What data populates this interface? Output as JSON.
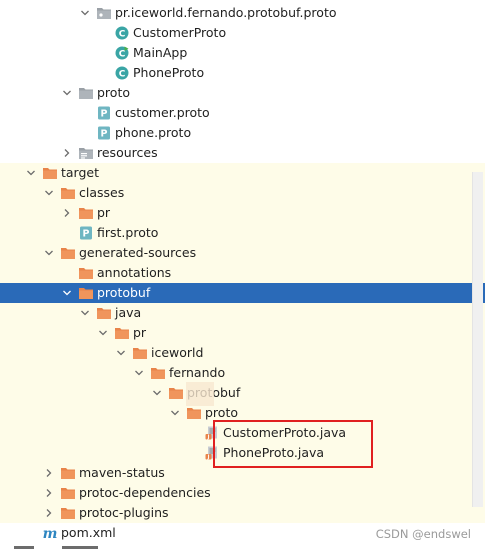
{
  "tree": [
    {
      "label": "pr.iceworld.fernando.protobuf.proto",
      "depth": 4,
      "arrow": "down",
      "icon": "package",
      "excluded": false
    },
    {
      "label": "CustomerProto",
      "depth": 5,
      "arrow": "none",
      "icon": "class",
      "excluded": false
    },
    {
      "label": "MainApp",
      "depth": 5,
      "arrow": "none",
      "icon": "class-run",
      "excluded": false
    },
    {
      "label": "PhoneProto",
      "depth": 5,
      "arrow": "none",
      "icon": "class",
      "excluded": false
    },
    {
      "label": "proto",
      "depth": 3,
      "arrow": "down",
      "icon": "folder-gray",
      "excluded": false
    },
    {
      "label": "customer.proto",
      "depth": 4,
      "arrow": "none",
      "icon": "proto-file",
      "excluded": false
    },
    {
      "label": "phone.proto",
      "depth": 4,
      "arrow": "none",
      "icon": "proto-file",
      "excluded": false
    },
    {
      "label": "resources",
      "depth": 3,
      "arrow": "right",
      "icon": "resources-folder",
      "excluded": false
    },
    {
      "label": "target",
      "depth": 1,
      "arrow": "down",
      "icon": "folder-orange",
      "excluded": true
    },
    {
      "label": "classes",
      "depth": 2,
      "arrow": "down",
      "icon": "folder-orange",
      "excluded": true
    },
    {
      "label": "pr",
      "depth": 3,
      "arrow": "right",
      "icon": "folder-orange",
      "excluded": true
    },
    {
      "label": "first.proto",
      "depth": 3,
      "arrow": "none",
      "icon": "proto-file",
      "excluded": true
    },
    {
      "label": "generated-sources",
      "depth": 2,
      "arrow": "down",
      "icon": "folder-orange",
      "excluded": true
    },
    {
      "label": "annotations",
      "depth": 3,
      "arrow": "none",
      "icon": "folder-orange",
      "excluded": true
    },
    {
      "label": "protobuf",
      "depth": 3,
      "arrow": "down",
      "icon": "folder-orange",
      "excluded": false,
      "selected": true
    },
    {
      "label": "java",
      "depth": 4,
      "arrow": "down",
      "icon": "folder-orange",
      "excluded": true
    },
    {
      "label": "pr",
      "depth": 5,
      "arrow": "down",
      "icon": "folder-orange",
      "excluded": true
    },
    {
      "label": "iceworld",
      "depth": 6,
      "arrow": "down",
      "icon": "folder-orange",
      "excluded": true
    },
    {
      "label": "fernando",
      "depth": 7,
      "arrow": "down",
      "icon": "folder-orange",
      "excluded": true
    },
    {
      "label": "protobuf",
      "depth": 8,
      "arrow": "down",
      "icon": "folder-orange",
      "excluded": true
    },
    {
      "label": "proto",
      "depth": 9,
      "arrow": "down",
      "icon": "folder-orange",
      "excluded": true
    },
    {
      "label": "CustomerProto.java",
      "depth": 10,
      "arrow": "none",
      "icon": "java-file",
      "excluded": true
    },
    {
      "label": "PhoneProto.java",
      "depth": 10,
      "arrow": "none",
      "icon": "java-file",
      "excluded": true
    },
    {
      "label": "maven-status",
      "depth": 2,
      "arrow": "right",
      "icon": "folder-orange",
      "excluded": true
    },
    {
      "label": "protoc-dependencies",
      "depth": 2,
      "arrow": "right",
      "icon": "folder-orange",
      "excluded": true
    },
    {
      "label": "protoc-plugins",
      "depth": 2,
      "arrow": "right",
      "icon": "folder-orange",
      "excluded": true
    },
    {
      "label": "pom.xml",
      "depth": 1,
      "arrow": "none",
      "icon": "maven-file",
      "excluded": false
    }
  ],
  "watermark": "CSDN @endswel",
  "colors": {
    "selection": "#2a6ab8",
    "excluded_bg": "#fefce8",
    "highlight_border": "#e02020",
    "folder_orange": "#e8844a",
    "class_teal": "#3aa5a5"
  }
}
